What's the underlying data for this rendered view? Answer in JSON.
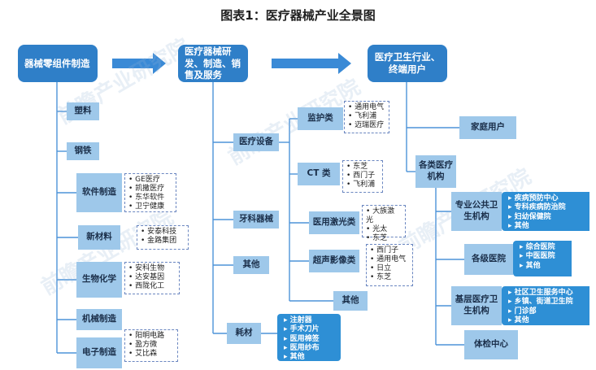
{
  "title": "图表1：医疗器械产业全景图",
  "colors": {
    "header": "#2f7fc8",
    "box": "#9ec8ea",
    "line": "#4d93d9",
    "dashed": "#6a86c0",
    "list": "#2e8fd5"
  },
  "watermark": "前瞻产业研究院",
  "upstream": {
    "header": "器械零组件制造",
    "items": [
      {
        "label": "塑料",
        "brands": []
      },
      {
        "label": "钢铁",
        "brands": []
      },
      {
        "label": "软件制造",
        "brands": [
          "GE医疗",
          "凯撒医疗",
          "东华软件",
          "卫宁健康"
        ]
      },
      {
        "label": "新材料",
        "brands": [
          "安泰科技",
          "金路集团"
        ]
      },
      {
        "label": "生物化学",
        "brands": [
          "安科生物",
          "达安基因",
          "西陇化工"
        ]
      },
      {
        "label": "机械制造",
        "brands": []
      },
      {
        "label": "电子制造",
        "brands": [
          "阳明电路",
          "盈方微",
          "艾比森"
        ]
      }
    ]
  },
  "midstream": {
    "header": "医疗器械研发、制造、销售及服务",
    "categories": [
      {
        "label": "医疗设备"
      },
      {
        "label": "牙科器械"
      },
      {
        "label": "其他"
      },
      {
        "label": "耗材"
      }
    ],
    "devices": [
      {
        "label": "监护类",
        "brands": [
          "通用电气",
          "飞利浦",
          "迈瑞医疗"
        ]
      },
      {
        "label": "CT 类",
        "brands": [
          "东芝",
          "西门子",
          "飞利浦"
        ]
      },
      {
        "label": "医用激光类",
        "brands": [
          "大族激光",
          "光太",
          "东芝"
        ]
      },
      {
        "label": "超声影像类",
        "brands": [
          "西门子",
          "通用电气",
          "日立",
          "东芝"
        ]
      },
      {
        "label": "其他",
        "brands": []
      }
    ],
    "consumables": [
      "注射器",
      "手术刀片",
      "医用棉签",
      "医用纱布",
      "其他"
    ]
  },
  "downstream": {
    "header": "医疗卫生行业、终端用户",
    "home": "家庭用户",
    "institutions": "各类医疗机构",
    "types": [
      {
        "label": "专业公共卫生机构",
        "items": [
          "疾病预防中心",
          "专科疾病防治院",
          "妇幼保健院",
          "其他"
        ]
      },
      {
        "label": "各级医院",
        "items": [
          "综合医院",
          "中医医院",
          "其他"
        ]
      },
      {
        "label": "基层医疗卫生机构",
        "items": [
          "社区卫生服务中心",
          "乡镇、街道卫生院",
          "门诊部",
          "其他"
        ]
      },
      {
        "label": "体检中心",
        "items": []
      }
    ]
  }
}
